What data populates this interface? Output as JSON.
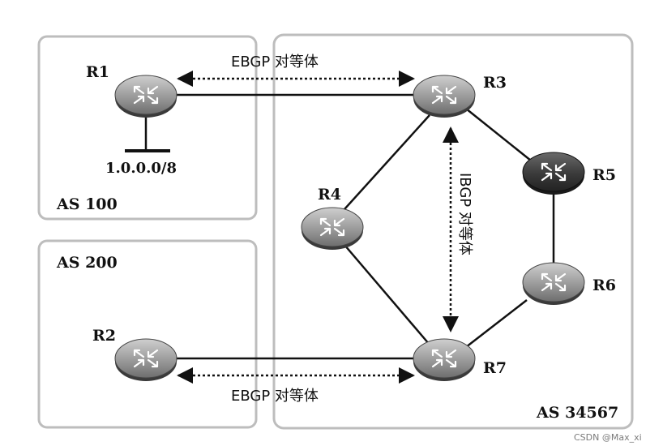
{
  "areas": {
    "as100": {
      "label": "AS 100"
    },
    "as200": {
      "label": "AS 200"
    },
    "as34567": {
      "label": "AS 34567"
    }
  },
  "routers": {
    "r1": {
      "label": "R1",
      "style": "gray"
    },
    "r2": {
      "label": "R2",
      "style": "gray"
    },
    "r3": {
      "label": "R3",
      "style": "gray"
    },
    "r4": {
      "label": "R4",
      "style": "gray"
    },
    "r5": {
      "label": "R5",
      "style": "dark"
    },
    "r6": {
      "label": "R6",
      "style": "gray"
    },
    "r7": {
      "label": "R7",
      "style": "gray"
    }
  },
  "network": {
    "prefix": "1.0.0.0/8"
  },
  "peerings": {
    "ebgp_top": "EBGP 对等体",
    "ebgp_bottom": "EBGP 对等体",
    "ibgp": "IBGP 对等体"
  },
  "links": [
    "R1-R3",
    "R3-R4",
    "R3-R5",
    "R5-R6",
    "R4-R7",
    "R6-R7",
    "R2-R7"
  ],
  "watermark": "CSDN @Max_xi",
  "colors": {
    "box_border": "#bdbdbd",
    "router_gray": "#8f8f8f",
    "router_dark": "#3a3a3a",
    "line": "#111111"
  }
}
